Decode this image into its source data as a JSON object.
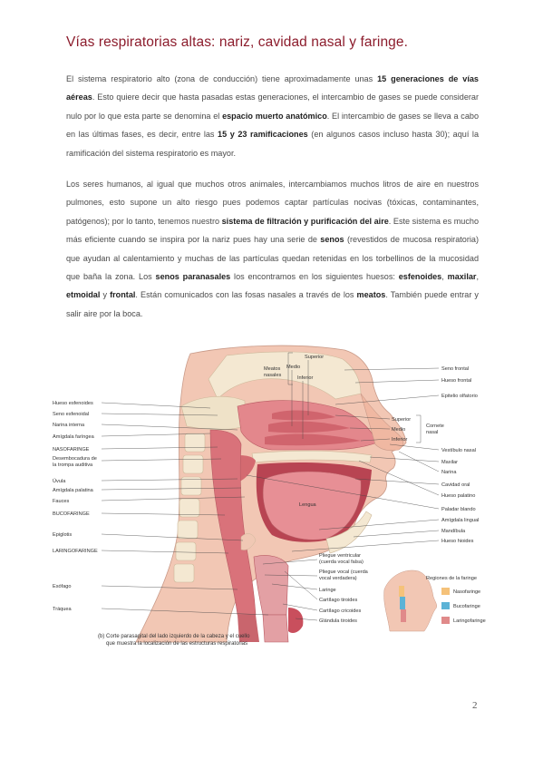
{
  "title": "Vías respiratorias altas: nariz, cavidad nasal y faringe.",
  "p1": [
    {
      "t": "El sistema respiratorio alto (zona de conducción) tiene aproximadamente unas "
    },
    {
      "t": "15 generaciones de vías aéreas",
      "b": true
    },
    {
      "t": ". Esto quiere decir que hasta pasadas estas generaciones, el intercambio de gases se puede considerar nulo por lo que esta parte se denomina el "
    },
    {
      "t": "espacio muerto anatómico",
      "b": true
    },
    {
      "t": ". El intercambio de gases se lleva a cabo en las últimas fases, es decir, entre las "
    },
    {
      "t": "15 y 23 ramificaciones",
      "b": true
    },
    {
      "t": " (en algunos casos incluso hasta 30); aquí la ramificación del sistema respiratorio es mayor."
    }
  ],
  "p2": [
    {
      "t": "Los seres humanos, al igual que muchos otros animales, intercambiamos muchos litros de aire en nuestros pulmones, esto supone un alto riesgo pues podemos captar partículas nocivas (tóxicas, contaminantes, patógenos); por lo tanto, tenemos nuestro "
    },
    {
      "t": "sistema de filtración y purificación del aire",
      "b": true
    },
    {
      "t": ". Este sistema es mucho más eficiente cuando se inspira por la nariz pues hay una serie de "
    },
    {
      "t": "senos",
      "b": true
    },
    {
      "t": " (revestidos de mucosa respiratoria) que ayudan al calentamiento y muchas de las partículas quedan retenidas en los torbellinos de la mucosidad que baña la zona. Los "
    },
    {
      "t": "senos paranasales",
      "b": true
    },
    {
      "t": " los encontramos en los siguientes huesos: "
    },
    {
      "t": "esfenoides",
      "b": true
    },
    {
      "t": ", "
    },
    {
      "t": "maxilar",
      "b": true
    },
    {
      "t": ", "
    },
    {
      "t": "etmoidal",
      "b": true
    },
    {
      "t": " y "
    },
    {
      "t": "frontal",
      "b": true
    },
    {
      "t": ". Están comunicados con las fosas nasales a través de los "
    },
    {
      "t": "meatos",
      "b": true
    },
    {
      "t": ". También puede entrar y salir aire por la boca."
    }
  ],
  "figure": {
    "left_labels": [
      "Hueso esfenoides",
      "Seno esfenoidal",
      "Narina interna",
      "Amígdala faríngea",
      "NASOFARINGE",
      "Desembocadura de",
      "la trompa auditiva",
      "Úvula",
      "Amígdala palatina",
      "Fauces",
      "BUCOFARINGE",
      "Epiglotis",
      "LARINGOFARINGE",
      "Esófago",
      "Tráquea"
    ],
    "meatos_label": [
      "Meatos",
      "nasales"
    ],
    "meatos_items": [
      "Superior",
      "Medio",
      "Inferior"
    ],
    "right_labels": [
      "Seno frontal",
      "Hueso frontal",
      "Epitelio olfatorio",
      "Vestíbulo nasal",
      "Maxilar",
      "Narina",
      "Cavidad oral",
      "Hueso palatino",
      "Paladar blando",
      "Amígdala lingual",
      "Mandíbula",
      "Hueso hioides",
      "Pliegue ventricular",
      "(cuerda vocal falsa)",
      "Pliegue vocal (cuerda",
      "vocal verdadera)",
      "Laringe",
      "Cartílago tiroides",
      "Cartílago cricoides",
      "Glándula tiroides"
    ],
    "cornete_items": [
      "Superior",
      "Medio",
      "Inferior"
    ],
    "cornete_label": [
      "Cornete",
      "nasal"
    ],
    "tongue_label": "Lengua",
    "legend_title": "Regiones de la faringe",
    "legend": [
      {
        "name": "Nasofaringe",
        "color": "#f5c27a"
      },
      {
        "name": "Bucofaringe",
        "color": "#5cb3d6"
      },
      {
        "name": "Laringofaringe",
        "color": "#e08a8a"
      }
    ],
    "caption": [
      "(b) Corte parasagital del lado izquierdo de la cabeza y el cuello",
      "que muestra la localización de las estructuras respiratorias"
    ]
  },
  "page_number": "2"
}
